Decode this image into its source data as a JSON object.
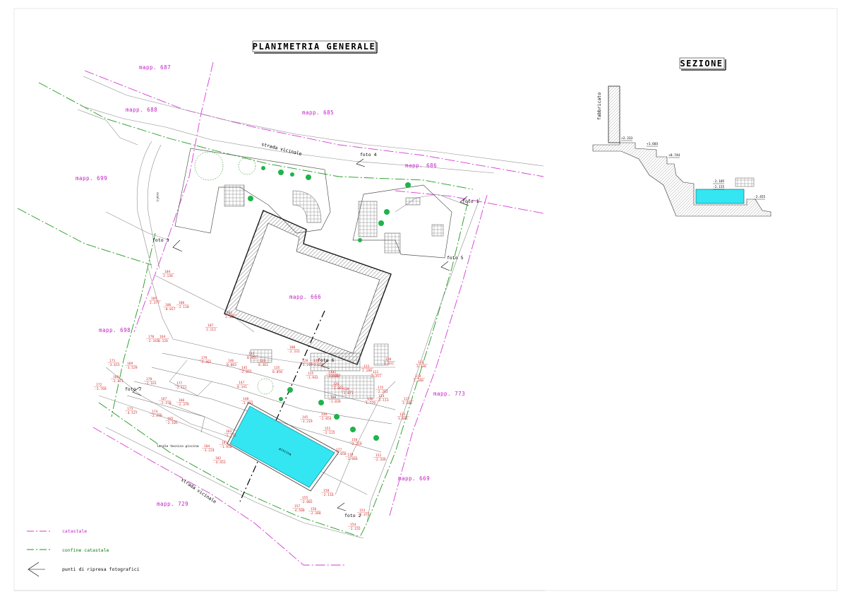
{
  "plan_title": "PLANIMETRIA GENERALE",
  "section_title": "SEZIONE",
  "parcels": {
    "m687": "mapp. 687",
    "m688": "mapp. 688",
    "m685": "mapp. 685",
    "m686": "mapp. 686",
    "m699": "mapp. 699",
    "m666": "mapp. 666",
    "m698": "mapp. 698",
    "m773": "mapp. 773",
    "m669": "mapp. 669",
    "m729": "mapp. 729"
  },
  "roads": {
    "top": "strada vicinale",
    "bottom": "strada vicinale",
    "side": "scali"
  },
  "photos": {
    "f1": "foto 1",
    "f2": "foto 2",
    "f3": "foto 3",
    "f4": "foto 4",
    "f5": "foto 5",
    "f6": "foto 6",
    "f7": "foto 7"
  },
  "pool_label": "piscina",
  "tech_room_label": "locale tecnico piscina",
  "elevations": [
    {
      "n": "104",
      "v": "2.136"
    },
    {
      "n": "105",
      "v": "2.377"
    },
    {
      "n": "106",
      "v": "-0.017"
    },
    {
      "n": "106",
      "v": "-2.110"
    },
    {
      "n": "107",
      "v": "2.112"
    },
    {
      "n": "101",
      "v": "2.305"
    },
    {
      "n": "170",
      "v": "-2.343"
    },
    {
      "n": "164",
      "v": "0.126"
    },
    {
      "n": "169",
      "v": "-3.529"
    },
    {
      "n": "171",
      "v": "-3.615"
    },
    {
      "n": "168",
      "v": "-3.471"
    },
    {
      "n": "172",
      "v": "-3.769"
    },
    {
      "n": "178",
      "v": "-2.161"
    },
    {
      "n": "179",
      "v": "-2.401"
    },
    {
      "n": "177",
      "v": "-2.111"
    },
    {
      "n": "167",
      "v": "-2.150"
    },
    {
      "n": "166",
      "v": "-2.379"
    },
    {
      "n": "173",
      "v": "-4.527"
    },
    {
      "n": "174",
      "v": "-2.499"
    },
    {
      "n": "165",
      "v": "-2.105"
    },
    {
      "n": "146",
      "v": "0.083"
    },
    {
      "n": "132",
      "v": "0.451"
    },
    {
      "n": "133",
      "v": "0.361"
    },
    {
      "n": "135",
      "v": "0.858"
    },
    {
      "n": "145",
      "v": "-2.657"
    },
    {
      "n": "147",
      "v": "0.141"
    },
    {
      "n": "148",
      "v": "-2.081"
    },
    {
      "n": "180",
      "v": "-2.331"
    },
    {
      "n": "128",
      "v": "-3.219"
    },
    {
      "n": "129",
      "v": "-1.019"
    },
    {
      "n": "131",
      "v": "-3.087"
    },
    {
      "n": "125",
      "v": "-1.943"
    },
    {
      "n": "126",
      "v": "-2.001"
    },
    {
      "n": "111",
      "v": "-3.087"
    },
    {
      "n": "110",
      "v": "-1.871"
    },
    {
      "n": "104",
      "v": "-1.839"
    },
    {
      "n": "120",
      "v": "3.432"
    },
    {
      "n": "122",
      "v": "2.188"
    },
    {
      "n": "121",
      "v": "2.257"
    },
    {
      "n": "119",
      "v": "3.336"
    },
    {
      "n": "118",
      "v": "2.188"
    },
    {
      "n": "115",
      "v": "-2.263"
    },
    {
      "n": "114",
      "v": "-2.113"
    },
    {
      "n": "116",
      "v": "1.779"
    },
    {
      "n": "117",
      "v": "3.106"
    },
    {
      "n": "123",
      "v": "3.601"
    },
    {
      "n": "149",
      "v": "-2.054"
    },
    {
      "n": "145",
      "v": "-3.219"
    },
    {
      "n": "151",
      "v": "-2.125"
    },
    {
      "n": "150",
      "v": "-2.319"
    },
    {
      "n": "127",
      "v": "-2.058"
    },
    {
      "n": "119",
      "v": "-2.066"
    },
    {
      "n": "152",
      "v": "-2.349"
    },
    {
      "n": "183",
      "v": "-2.276"
    },
    {
      "n": "181",
      "v": "-1.950"
    },
    {
      "n": "182",
      "v": "-4.453"
    },
    {
      "n": "184",
      "v": "-3.224"
    },
    {
      "n": "158",
      "v": "-2.116"
    },
    {
      "n": "155",
      "v": "-2.802"
    },
    {
      "n": "157",
      "v": "-4.588"
    },
    {
      "n": "156",
      "v": "-2.368"
    },
    {
      "n": "153",
      "v": "-2.471"
    },
    {
      "n": "154",
      "v": "-2.155"
    }
  ],
  "section": {
    "building_label": "fabbricato",
    "levels": [
      "+2.333",
      "+1.603",
      "+0.744",
      "-2.105",
      "-2.155",
      "-2.455"
    ]
  },
  "legend": {
    "cadastral": "catastale",
    "boundary": "confine catastale",
    "photo_points": "punti di ripresa fotografici"
  },
  "colors": {
    "cadastral_line": "#d23fd2",
    "boundary_line": "#1f9a1f",
    "pool_fill": "#33e6f2",
    "elevation_text": "#d52a2a",
    "building_outline": "#1a1a1a"
  }
}
